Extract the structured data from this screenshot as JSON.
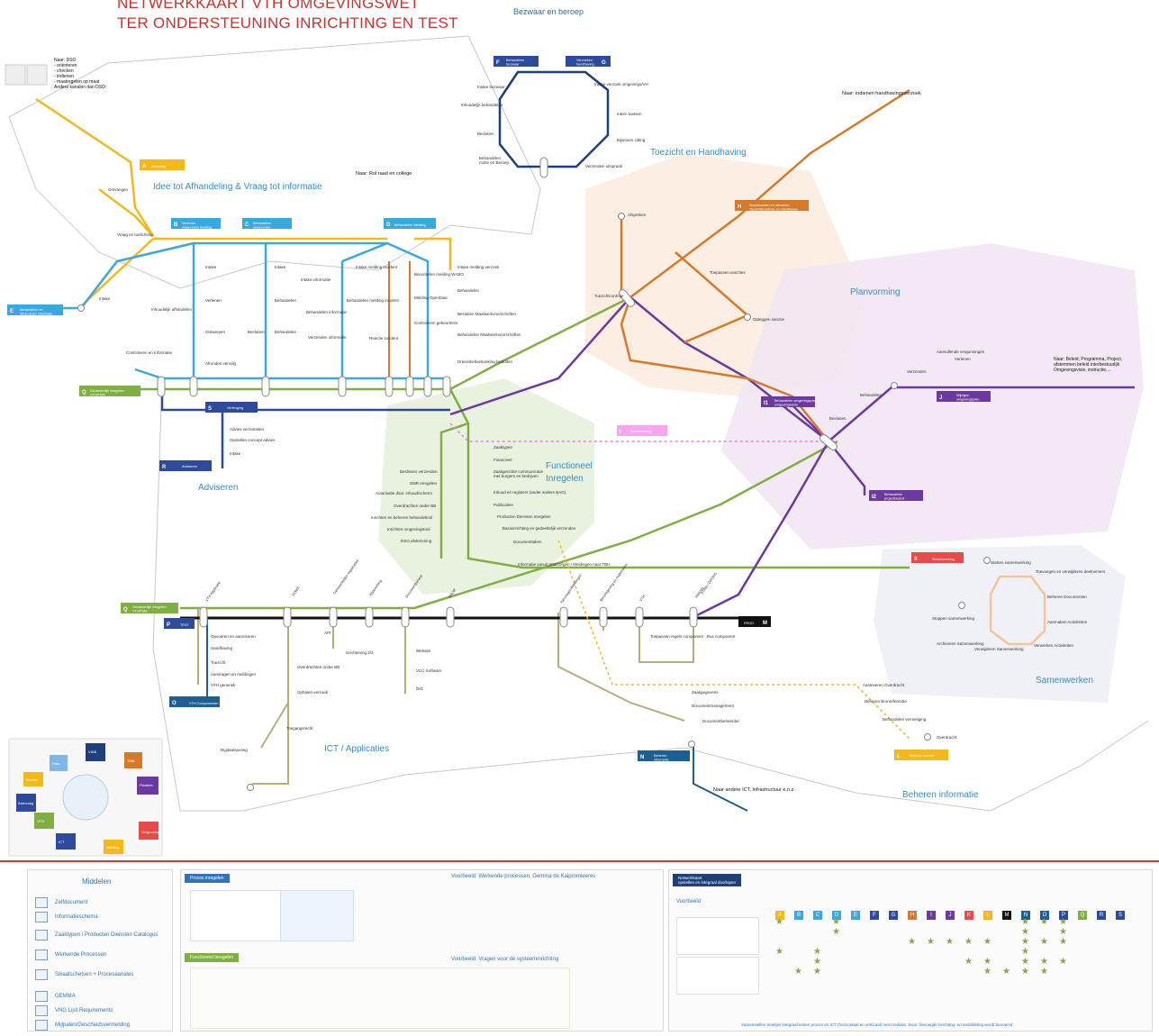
{
  "title": {
    "line1": "NETWERKKAART VTH OMGEVINGSWET",
    "line2": "TER ONDERSTEUNING INRICHTING EN TEST"
  },
  "colors": {
    "yellow": "#f3b81d",
    "lightblue": "#3aa8e0",
    "darkblue": "#2d4a9c",
    "navy": "#1d3f7a",
    "purple": "#6b3aa0",
    "orange": "#d67a2a",
    "green": "#7fae43",
    "olive": "#b7ad7a",
    "pink": "#e87fe0",
    "teal": "#1f5f8f",
    "black": "#111111",
    "red": "#d0302b"
  },
  "zones": {
    "bezwaar": "Bezwaar en beroep",
    "idee": "Idee tot Afhandeling & Vraag tot informatie",
    "toezicht": "Toezicht en Handhaving",
    "planvorming": "Planvorming",
    "functioneel": "Functioneel Inregelen",
    "adviseren": "Adviseren",
    "samenwerken": "Samenwerken",
    "ict": "ICT / Applicaties",
    "beheren": "Beheren informatie"
  },
  "badges": {
    "A": "Aanvraag",
    "B": "Verlenen\nvergunning melding",
    "C": "Behandelen\nvergunning",
    "D": "Behandelen Melding",
    "E": "Behandelen en\nafhandelen informatie",
    "F1": "Behandelen\nbezwaar",
    "G": "Verzoeken\nhandhaving",
    "H": "Voorbereiden en uitvoeren\nToezicht/controle en Handhaven",
    "I": "Voorbereiding",
    "I1": "Behandelen omgevingsplan\nomgevingsvisie",
    "I2": "Behandelen\nprojectbesluit",
    "J": "Wijzigen\nomgevingsplan",
    "K": "Samenwerking",
    "L": "Beheren archief",
    "M": "PROD",
    "N": "Beheren\ninformatie",
    "O": "VTH Componenten",
    "P": "TEST",
    "Q1": "Gezamenlijk inregelen\nVTH/TMA",
    "Q2": "Gezamenlijk inregelen\nVTH/TMA",
    "R": "Adviseren",
    "S": "Verlenging"
  },
  "notes": {
    "naar_dso": "Naar: DSO\n- oriënteren\n- checken\n- indienen\n- maatregelen op maat\nAndere kanalen dan DSO",
    "naar_raad": "Naar: Rol raad en college",
    "naar_handhaving": "Naar: indienen handhavingsverzoek",
    "naar_beleid": "Naar: Beleid, Programma, Project,\nafstemmen beleid interbestuurlijk\nOmgevingsvisie, instructie,...",
    "naar_ict": "Naar andere ICT, Infrastructuur e.n.z."
  },
  "stations": {
    "bezwaar": [
      "Intake bezwaar",
      "Inhoudelijk behandelen",
      "Beslutien",
      "Behandelen\nmotie en Beroep",
      "Intake verzoek omgevings/VH",
      "Intern toetsen",
      "Bijwonen zitting",
      "Verzenden uitspraak"
    ],
    "aanvraag_col1": [
      "Intake",
      "Verlenen",
      "Ontwerpen",
      "Afronden vervolg"
    ],
    "aanvraag_col2": [
      "Intake",
      "Behandelen",
      "Beslutien",
      "Behandelen"
    ],
    "melding": [
      "Intake informatie",
      "Behandelen informatie",
      "Verzenden informatie",
      "Intake melding incident",
      "Behandelen melding incident",
      "Reactie incident",
      "Beoordelen melding WABO",
      "Melding Openbaar",
      "Controleren gebeurtenis",
      "Intake melding verzoek",
      "Behandelen",
      "Beslutien Maatwerkvoorschriften",
      "Behandelen Maatwerkvoorschriften",
      "Dreisinkeltoeboeking besluiten"
    ],
    "ovr": [
      "Omvangen",
      "Vraag en toelichting",
      "Intake",
      "Inhoudelijk afhandelen",
      "Controleren en Informatie"
    ],
    "adviseren": [
      "Advies verzamelen",
      "Opstellen concept advies",
      "Intake"
    ],
    "functioneel_right": [
      "Zaaktypen",
      "Financieel",
      "Zaakgerichte communicatie\nmet burgers en bedrijven",
      "Inhoud en registers (ander andere BAG)",
      "Publicaties",
      "Producten Diensten Inregelen",
      "Basisinrichting en gedeeltelijk verzenden",
      "Documenttaken"
    ],
    "functioneel_left": [
      "Beslissen verzenden",
      "SMR Inregelen",
      "Autorisatie dsar. inhoud/scherm",
      "Overdrachten onder BB",
      "Inrichten en beheren behandeltool",
      "Inrichten omgevingstool",
      "DSO afstemming"
    ],
    "functioneel_bottom": "Informatie vanuit Voorzorgen / Meldingen naar TBH",
    "toezicht": [
      "Afspreken",
      "Toezichtcontrole",
      "Toepassen sancties",
      "Opleggen sanctie"
    ],
    "plan": [
      "Behandelen",
      "Beslutien",
      "Verzenden",
      "Aanvullende vergunningen",
      "Verlenen"
    ],
    "ict": [
      "Opvoeren en autoriseren",
      "Handhaving",
      "Toezicht",
      "Aanvragen en meldingen",
      "VTH generiek",
      "Overdrachten onder BB",
      "Ophalen verzoek",
      "Toegangsrecht",
      "Digitaalopvang",
      "API",
      "inrichtening 2/3",
      "Website",
      "VCC Software",
      "DIG",
      "Toepassen regels component",
      "Bus component"
    ],
    "beheren": [
      "Aanleveren Overdracht",
      "Beheren Bronreferentie",
      "Behandelen vernietiging",
      "Overdracht"
    ],
    "documentbeheer": [
      "Zaakgegevens",
      "Documentmanagement",
      "Documentbeheerder"
    ],
    "samenwerken": [
      "Starten samenwerking",
      "Toevoegen en verwijderen deelnemers",
      "Beheren Documenten",
      "Aanmaken Activiteiten",
      "Verwerken Activiteiten",
      "Stoppen samenwerking",
      "Archiveren Samenwerking",
      "Verwijderen Samenwerking"
    ]
  },
  "ict_labels": [
    "VTH Applicatie",
    "DOMS",
    "Gemeentelijke registraties",
    "Afstemming",
    "Documentbeheer",
    "DROP",
    "Aanvragen/Meldingen",
    "Berichtgeving en registraties",
    "VTH",
    "RIM/VIL",
    "STAM / DROPS"
  ],
  "legend_minimap": [
    "VIAB",
    "TMA",
    "Plan",
    "Planbeh",
    "Beheer",
    "Aanvraag",
    "VTH",
    "ICT",
    "Melding",
    "Vergunning"
  ],
  "bottom": {
    "middelen": {
      "title": "Middelen",
      "items": [
        "Zelfdocument",
        "Informatieschema",
        "Zaaktypen / Producten Diensten Catalogus",
        "Werkende Processen",
        "Sikaatschetsen + Procesaanales",
        "GEMMA",
        "VNG Lijst Requirements",
        "Mijlpalen/Geschiedsvermelding"
      ]
    },
    "panel2": {
      "tag1": "Proces inregelen",
      "title1": "Voorbeeld: Werkende processen, Gemma de Kaipromieeres",
      "tag2": "Functioneel Inregelen",
      "title2": "Voorbeeld: Vragen voor de systeeminrichting"
    },
    "panel3": {
      "tag": "Netwerkkaart\nopstellen en integraal doorlopen",
      "subtitle": "Voorbeeld",
      "letters": [
        "A",
        "B",
        "C",
        "D",
        "E",
        "F",
        "G",
        "H",
        "I",
        "J",
        "K",
        "L",
        "M",
        "N",
        "O",
        "P",
        "Q",
        "R",
        "S"
      ],
      "footer": "Samenstellen treintjes integraal testen proces en ICT (horizontaal en verticaal) met modules. Door: bevoegde inrichting- en testafdeling wordt benoemd"
    }
  }
}
